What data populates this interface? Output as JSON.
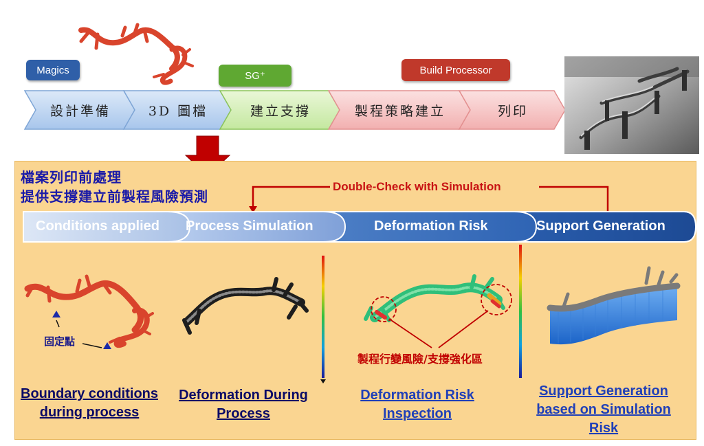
{
  "tags": {
    "magics": "Magics",
    "sg": "SG⁺",
    "build_processor": "Build Processor"
  },
  "steps": [
    "設計準備",
    "3D 圖檔",
    "建立支撐",
    "製程策略建立",
    "列印"
  ],
  "panel": {
    "title_line1": "檔案列印前處理",
    "title_line2": "提供支撐建立前製程風險預測",
    "double_check": "Double-Check with Simulation",
    "stages": [
      "Conditions applied",
      "Process Simulation",
      "Deformation Risk",
      "Support Generation"
    ],
    "fixed_points_label": "固定點",
    "risk_label": "製程行變風險/支撐強化區",
    "captions": [
      [
        "Boundary conditions",
        "during process"
      ],
      [
        "Deformation During",
        "Process"
      ],
      [
        "Deformation Risk",
        "Inspection"
      ],
      [
        "Support Generation",
        "based on Simulation",
        "Risk"
      ]
    ]
  },
  "colors": {
    "magics_tag": "#2f5fa8",
    "sg_tag": "#5fa832",
    "build_tag": "#c0392b",
    "part_red": "#d9442c",
    "arrow_red": "#c00000",
    "title_blue": "#1a1aa8"
  }
}
